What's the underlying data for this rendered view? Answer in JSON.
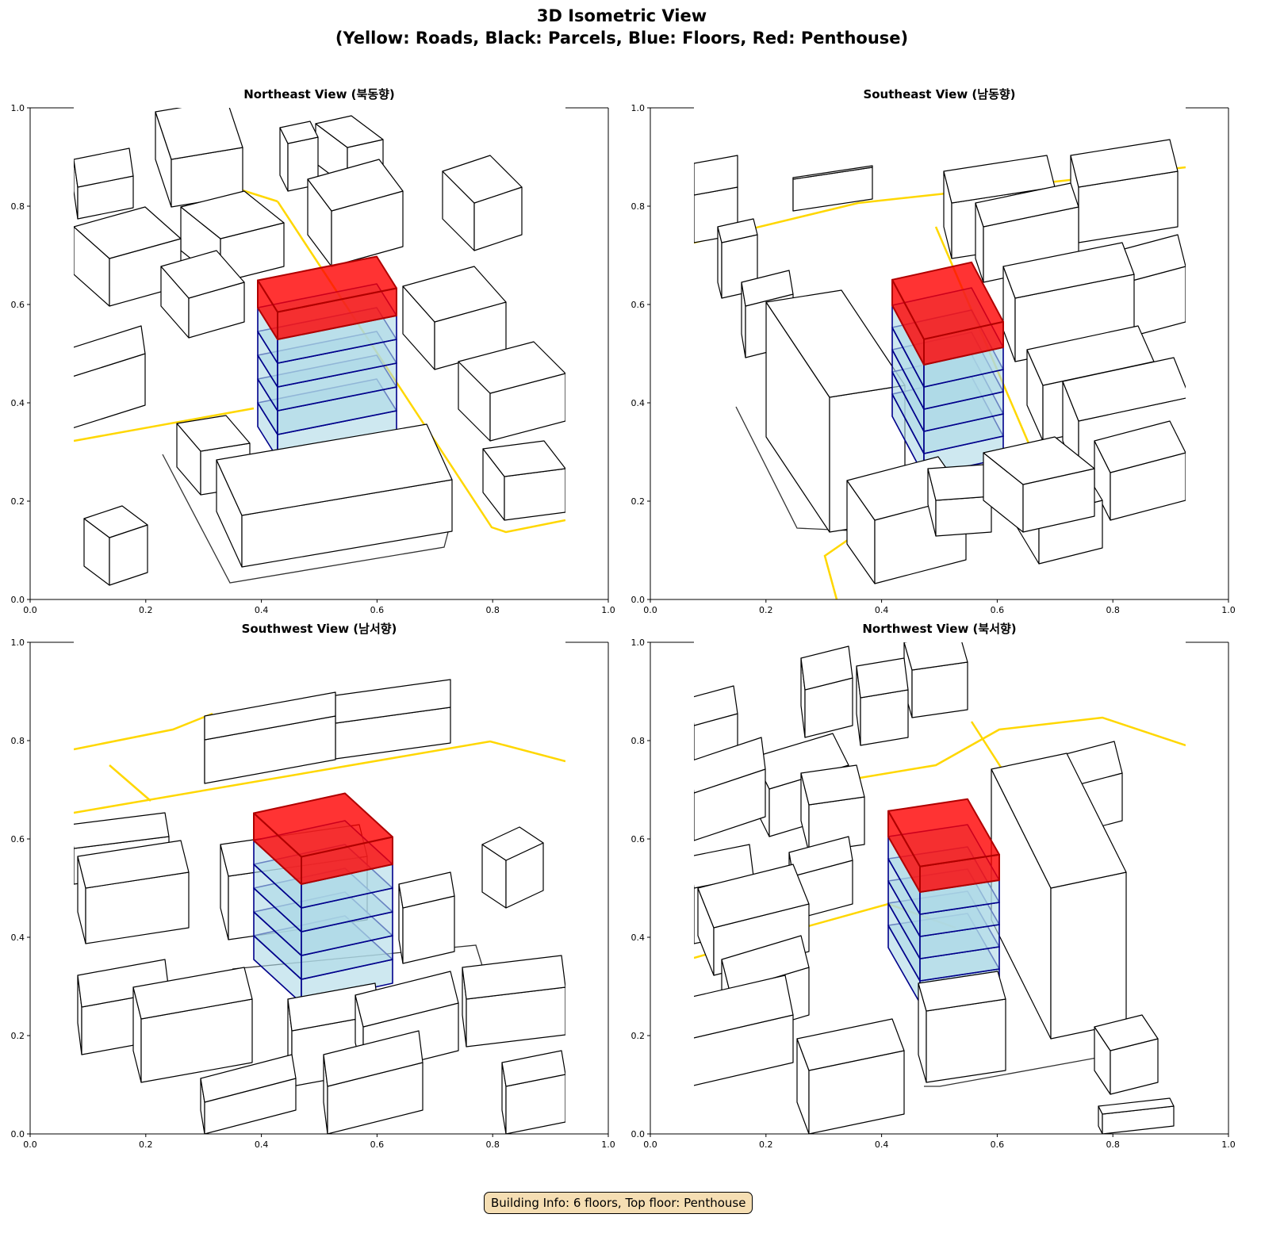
{
  "title_line1": "3D Isometric View",
  "title_line2": "(Yellow: Roads, Black: Parcels, Blue: Floors, Red: Penthouse)",
  "info": "Building Info: 6 floors, Top floor: Penthouse",
  "colors": {
    "road": "#ffd700",
    "parcel": "#000000",
    "floor": "#add8e6",
    "floor_edge": "#00008b",
    "penthouse": "#ff0000"
  },
  "chart_data": [
    {
      "type": "3d-isometric",
      "title": "Northeast View (북동향)",
      "xlim": [
        0,
        1
      ],
      "ylim": [
        0,
        1
      ],
      "xticks": [
        "0.0",
        "0.2",
        "0.4",
        "0.6",
        "0.8",
        "1.0"
      ],
      "yticks": [
        "0.0",
        "0.2",
        "0.4",
        "0.6",
        "0.8",
        "1.0"
      ]
    },
    {
      "type": "3d-isometric",
      "title": "Southeast View (남동향)",
      "xlim": [
        0,
        1
      ],
      "ylim": [
        0,
        1
      ],
      "xticks": [
        "0.0",
        "0.2",
        "0.4",
        "0.6",
        "0.8",
        "1.0"
      ],
      "yticks": [
        "0.0",
        "0.2",
        "0.4",
        "0.6",
        "0.8",
        "1.0"
      ]
    },
    {
      "type": "3d-isometric",
      "title": "Southwest View (남서향)",
      "xlim": [
        0,
        1
      ],
      "ylim": [
        0,
        1
      ],
      "xticks": [
        "0.0",
        "0.2",
        "0.4",
        "0.6",
        "0.8",
        "1.0"
      ],
      "yticks": [
        "0.0",
        "0.2",
        "0.4",
        "0.6",
        "0.8",
        "1.0"
      ]
    },
    {
      "type": "3d-isometric",
      "title": "Northwest View (북서향)",
      "xlim": [
        0,
        1
      ],
      "ylim": [
        0,
        1
      ],
      "xticks": [
        "0.0",
        "0.2",
        "0.4",
        "0.6",
        "0.8",
        "1.0"
      ],
      "yticks": [
        "0.0",
        "0.2",
        "0.4",
        "0.6",
        "0.8",
        "1.0"
      ]
    }
  ],
  "building": {
    "floors": 6,
    "top_floor": "Penthouse"
  }
}
